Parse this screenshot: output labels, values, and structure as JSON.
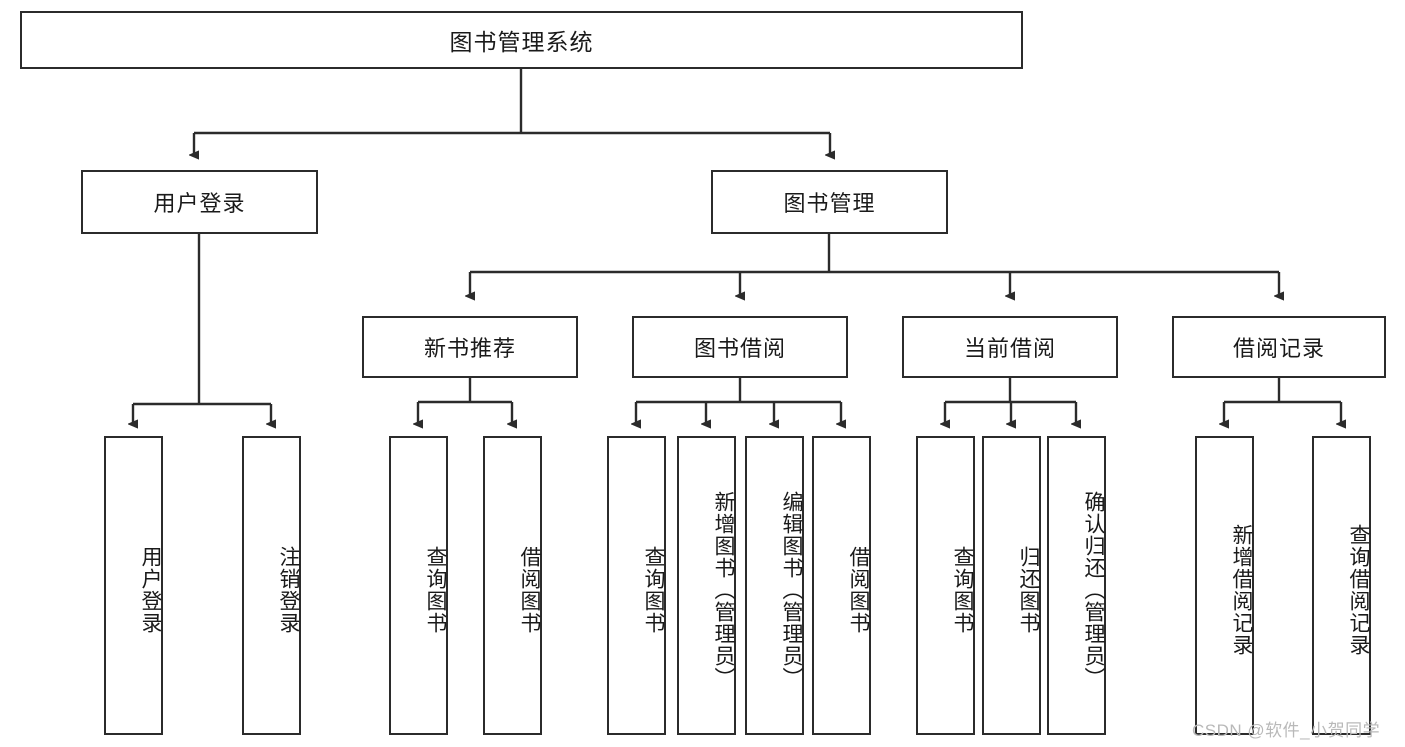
{
  "diagram": {
    "title": "图书管理系统",
    "watermark": "CSDN @软件_小贺同学",
    "line_color": "#2b2b2b",
    "box_fill": "#ffffff",
    "text_color": "#1a1a1a",
    "root": {
      "label": "图书管理系统"
    },
    "level2": [
      {
        "label": "用户登录"
      },
      {
        "label": "图书管理"
      }
    ],
    "level3": [
      {
        "label": "新书推荐"
      },
      {
        "label": "图书借阅"
      },
      {
        "label": "当前借阅"
      },
      {
        "label": "借阅记录"
      }
    ],
    "leaves": {
      "user_login": [
        {
          "label": "用户登录"
        },
        {
          "label": "注销登录"
        }
      ],
      "new_book": [
        {
          "label": "查询图书"
        },
        {
          "label": "借阅图书"
        }
      ],
      "book_borrow": [
        {
          "label": "查询图书"
        },
        {
          "label": "新增图书（管理员）"
        },
        {
          "label": "编辑图书（管理员）"
        },
        {
          "label": "借阅图书"
        }
      ],
      "current_borrow": [
        {
          "label": "查询图书"
        },
        {
          "label": "归还图书"
        },
        {
          "label": "确认归还（管理员）"
        }
      ],
      "borrow_record": [
        {
          "label": "新增借阅记录"
        },
        {
          "label": "查询借阅记录"
        }
      ]
    }
  }
}
